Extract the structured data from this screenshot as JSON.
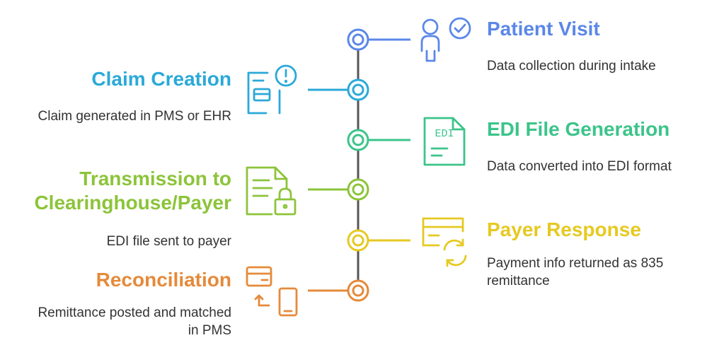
{
  "steps": [
    {
      "key": "patient-visit",
      "title": "Patient Visit",
      "description": "Data collection during intake",
      "color": "#5b87e8",
      "side": "right",
      "icon": "person-check-icon"
    },
    {
      "key": "claim-creation",
      "title": "Claim Creation",
      "description": "Claim generated in PMS or EHR",
      "color": "#2aa9d8",
      "side": "left",
      "icon": "claim-alert-icon"
    },
    {
      "key": "edi-generation",
      "title": "EDI File Generation",
      "description": "Data converted into EDI format",
      "icon_label": "EDI",
      "color": "#3cc48a",
      "side": "right",
      "icon": "edi-document-icon"
    },
    {
      "key": "transmission",
      "title_lines": [
        "Transmission to",
        "Clearinghouse/Payer"
      ],
      "description": "EDI file sent to payer",
      "color": "#8cc43a",
      "side": "left",
      "icon": "document-lock-icon"
    },
    {
      "key": "payer-response",
      "title": "Payer Response",
      "description_lines": [
        "Payment info returned as 835",
        "remittance"
      ],
      "color": "#e6c922",
      "side": "right",
      "icon": "card-refresh-icon"
    },
    {
      "key": "reconciliation",
      "title": "Reconciliation",
      "description_lines": [
        "Remittance posted and matched",
        "in PMS"
      ],
      "color": "#e58a3a",
      "side": "left",
      "icon": "card-to-phone-icon"
    }
  ],
  "colors": {
    "timeline_line": "#555555",
    "description_text": "#333333"
  }
}
